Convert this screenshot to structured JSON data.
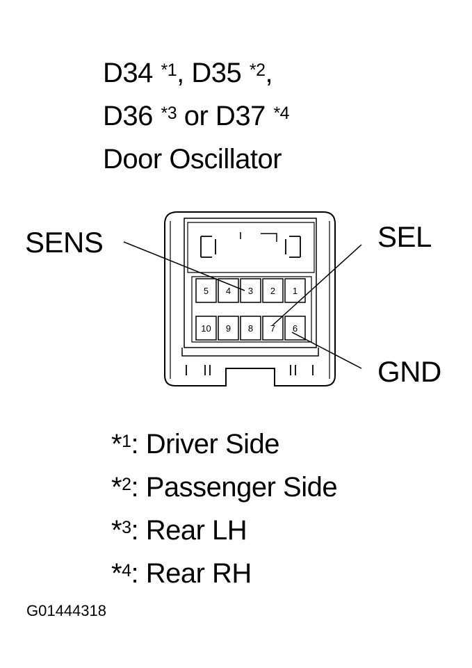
{
  "title": {
    "line1": {
      "a": "D34 ",
      "a_sup": "*1",
      "b": ", D35 ",
      "b_sup": "*2",
      "c": ","
    },
    "line2": {
      "a": "D36 ",
      "a_sup": "*3",
      "b": " or D37 ",
      "b_sup": "*4"
    },
    "line3": "Door Oscillator"
  },
  "labels": {
    "sens": "SENS",
    "sel": "SEL",
    "gnd": "GND"
  },
  "connector": {
    "top_row_pins": [
      "5",
      "4",
      "3",
      "2",
      "1"
    ],
    "bottom_row_pins": [
      "10",
      "9",
      "8",
      "7",
      "6"
    ]
  },
  "notes": [
    {
      "marker": "*",
      "sup": "1",
      "text": ": Driver Side"
    },
    {
      "marker": "*",
      "sup": "2",
      "text": ": Passenger Side"
    },
    {
      "marker": "*",
      "sup": "3",
      "text": ": Rear LH"
    },
    {
      "marker": "*",
      "sup": "4",
      "text": ": Rear RH"
    }
  ],
  "figure_code": "G01444318"
}
